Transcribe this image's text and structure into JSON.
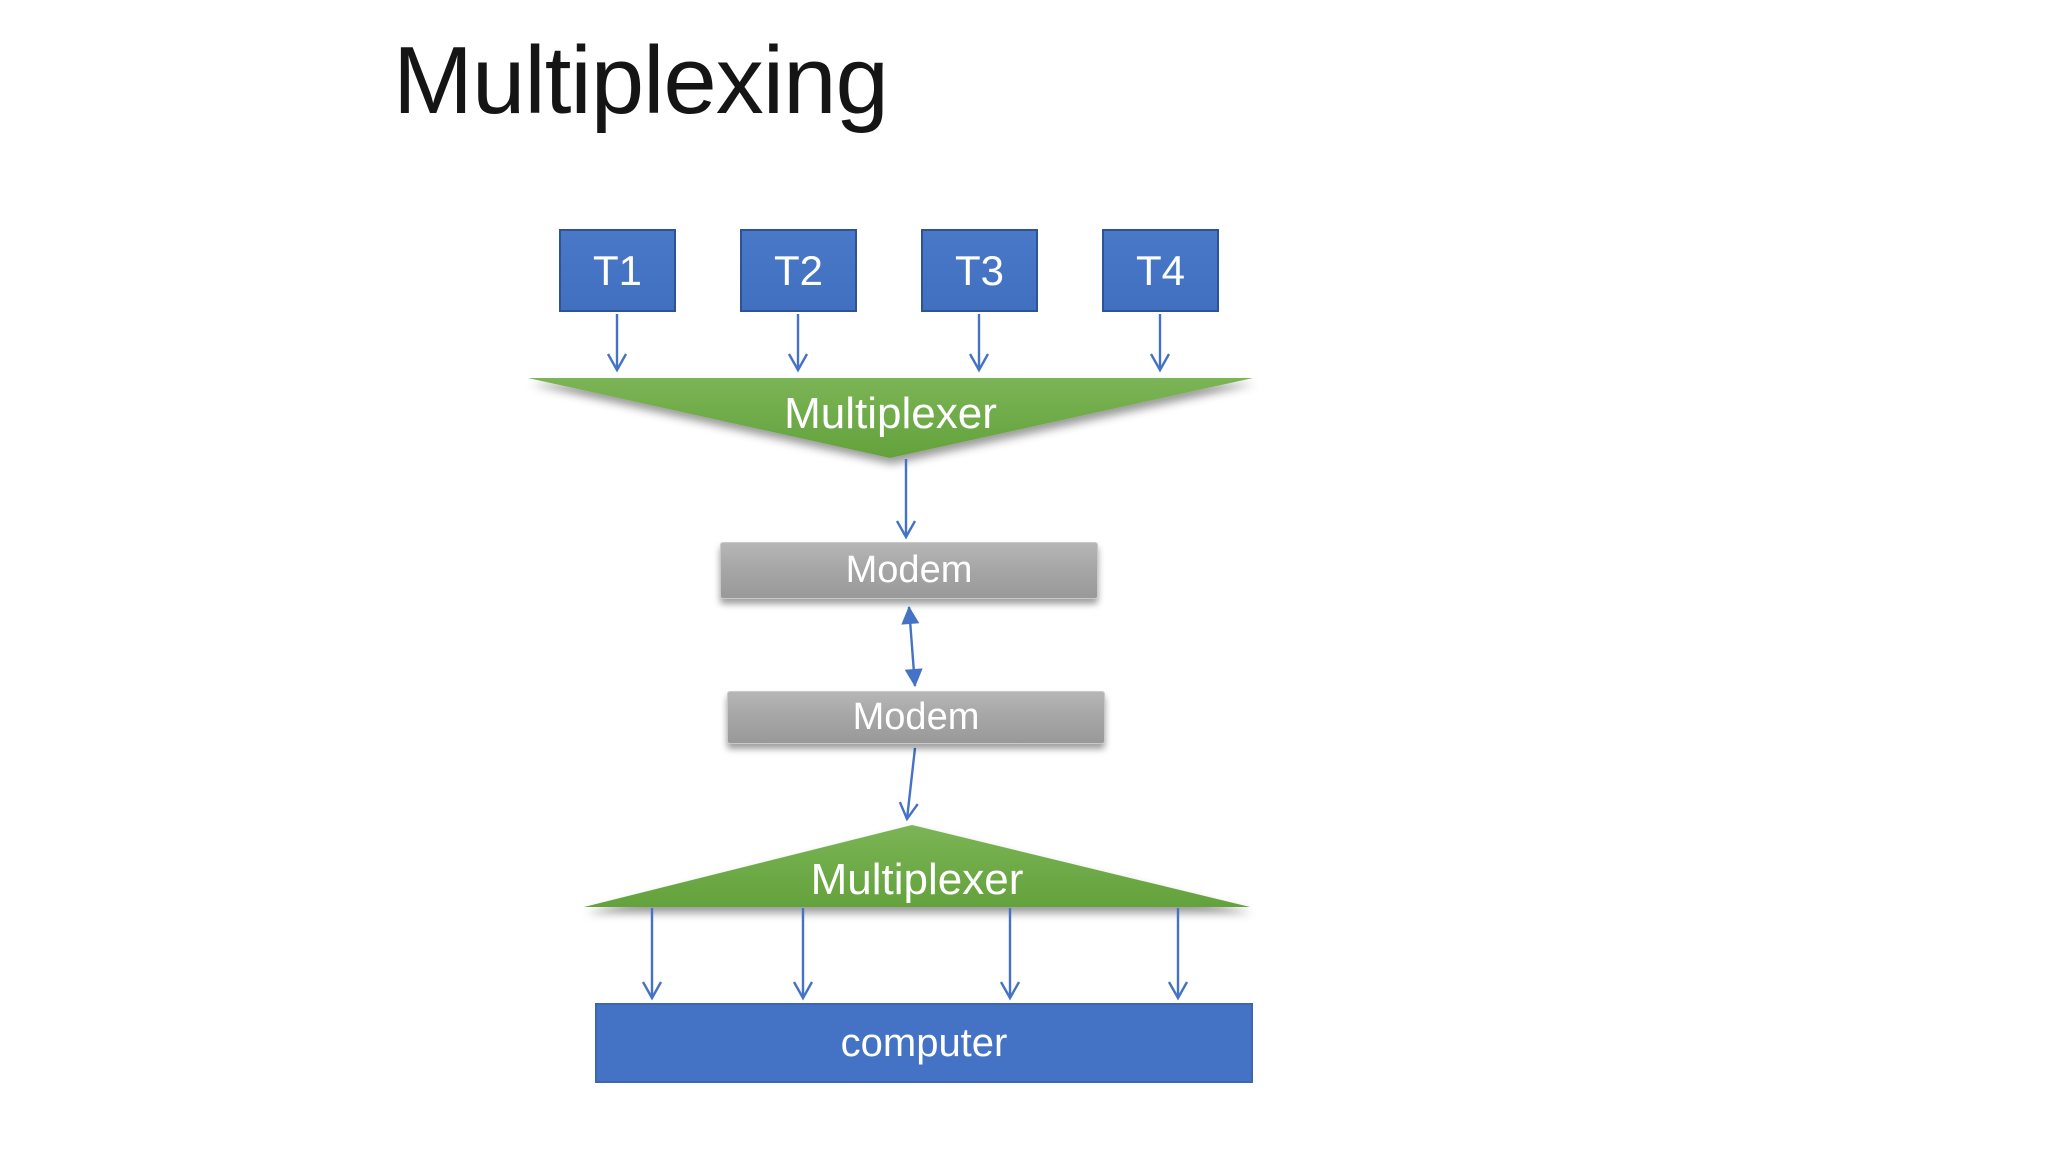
{
  "slide": {
    "title": "Multiplexing"
  },
  "diagram": {
    "terminals": [
      {
        "label": "T1"
      },
      {
        "label": "T2"
      },
      {
        "label": "T3"
      },
      {
        "label": "T4"
      }
    ],
    "multiplexer_top": {
      "label": "Multiplexer",
      "shape": "triangle-down"
    },
    "modem_top": {
      "label": "Modem"
    },
    "modem_bottom": {
      "label": "Modem"
    },
    "multiplexer_bottom": {
      "label": "Multiplexer",
      "shape": "triangle-up"
    },
    "computer": {
      "label": "computer"
    }
  },
  "colors": {
    "box_blue": "#4472C4",
    "box_blue_border": "#2E5394",
    "multiplexer_green": "#6FAC46",
    "modem_gray": "#A6A6A6",
    "arrow_blue": "#4472C4",
    "label_white": "#FFFFFF",
    "title_black": "#151515"
  }
}
